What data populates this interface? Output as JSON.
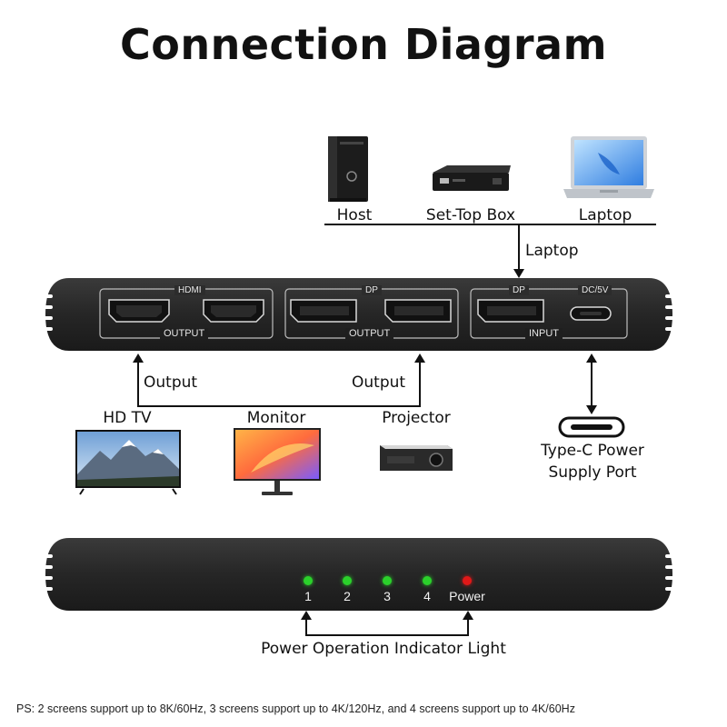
{
  "title": "Connection Diagram",
  "sources": {
    "items": [
      {
        "label": "Host",
        "icon": "desktop-tower-icon"
      },
      {
        "label": "Set-Top Box",
        "icon": "set-top-box-icon"
      },
      {
        "label": "Laptop",
        "icon": "laptop-icon"
      }
    ],
    "arrow_label": "Laptop"
  },
  "device_top": {
    "groups": [
      {
        "top_label": "HDMI",
        "bottom_label": "OUTPUT"
      },
      {
        "top_label": "DP",
        "bottom_label": "OUTPUT"
      },
      {
        "top_label_dp": "DP",
        "top_label_dc": "DC/5V",
        "bottom_label": "INPUT"
      }
    ]
  },
  "outputs": {
    "arrow_labels": [
      "Output",
      "Output"
    ],
    "items": [
      {
        "label": "HD TV",
        "icon": "tv-icon"
      },
      {
        "label": "Monitor",
        "icon": "monitor-icon"
      },
      {
        "label": "Projector",
        "icon": "projector-icon"
      }
    ]
  },
  "power": {
    "label_line1": "Type-C Power",
    "label_line2": "Supply Port",
    "icon": "usb-c-port-icon"
  },
  "device_front": {
    "leds": [
      {
        "label": "1",
        "color": "#2bd12b"
      },
      {
        "label": "2",
        "color": "#2bd12b"
      },
      {
        "label": "3",
        "color": "#2bd12b"
      },
      {
        "label": "4",
        "color": "#2bd12b"
      },
      {
        "label": "Power",
        "color": "#e01818"
      }
    ],
    "caption": "Power Operation Indicator Light"
  },
  "note": "PS: 2 screens support up to 8K/60Hz, 3 screens support up to 4K/120Hz, and 4 screens support up to 4K/60Hz"
}
